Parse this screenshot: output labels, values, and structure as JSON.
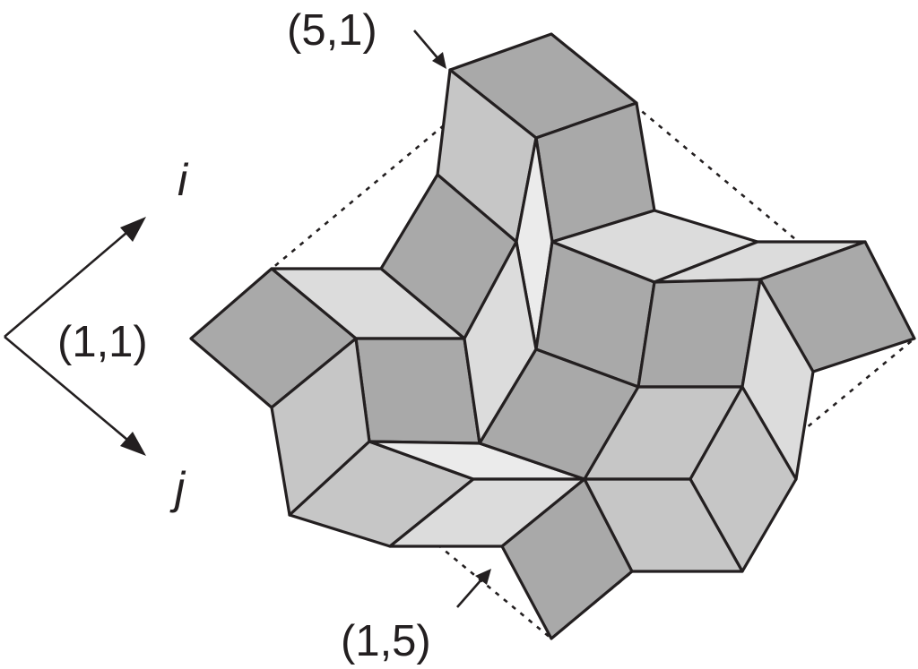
{
  "labels": {
    "top_corner": "(5,1)",
    "left_corner": "(1,1)",
    "bottom_corner": "(1,5)",
    "axis_i": "i",
    "axis_j": "j"
  },
  "colors": {
    "ink": "#231f20",
    "dark_face": "#a9a9a9",
    "medium_face": "#c6c6c6",
    "light_face": "#dcdcdc",
    "lightest_face": "#ebebeb"
  }
}
